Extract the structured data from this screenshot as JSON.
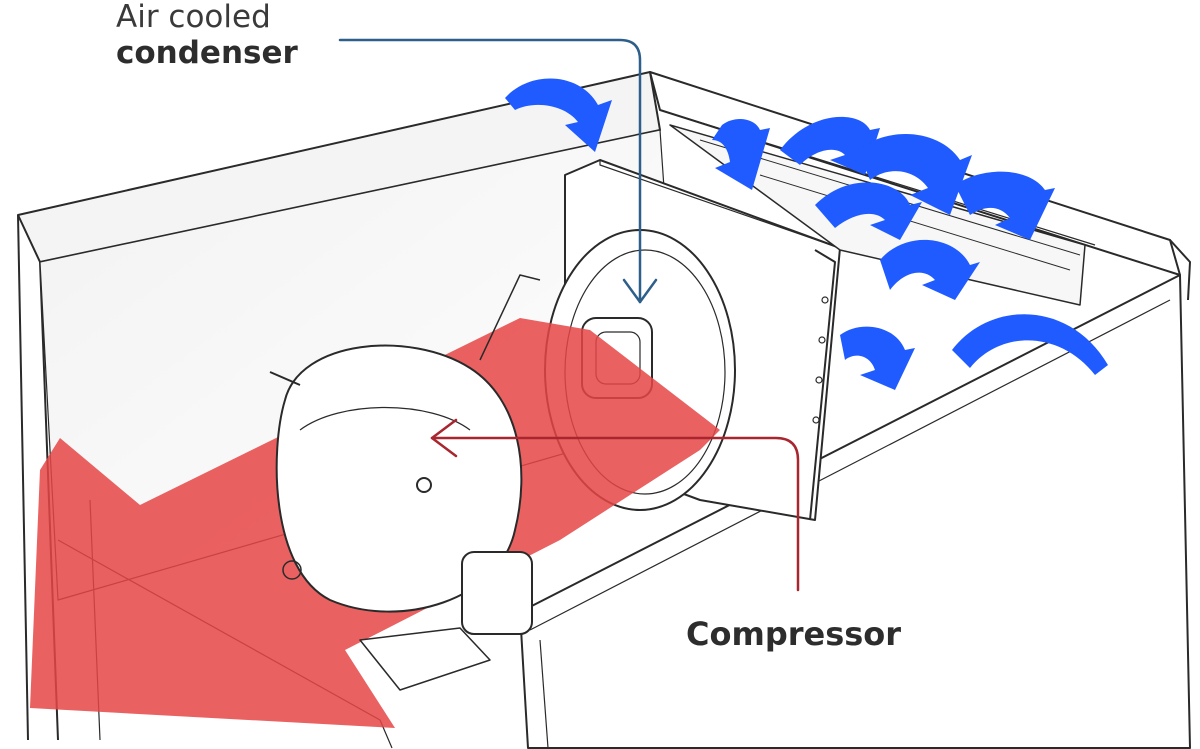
{
  "labels": {
    "condenser_line1": "Air cooled",
    "condenser_line2": "condenser",
    "compressor": "Compressor"
  },
  "colors": {
    "hot_air": "#e64545",
    "cold_air": "#1f5bff",
    "condenser_leader": "#2e5f8a",
    "compressor_leader": "#a8262f",
    "outline": "#2a2a2a"
  },
  "icons": {
    "cold_air": "blue-curved-arrow-icon",
    "hot_air": "red-airflow-arrow-icon"
  }
}
